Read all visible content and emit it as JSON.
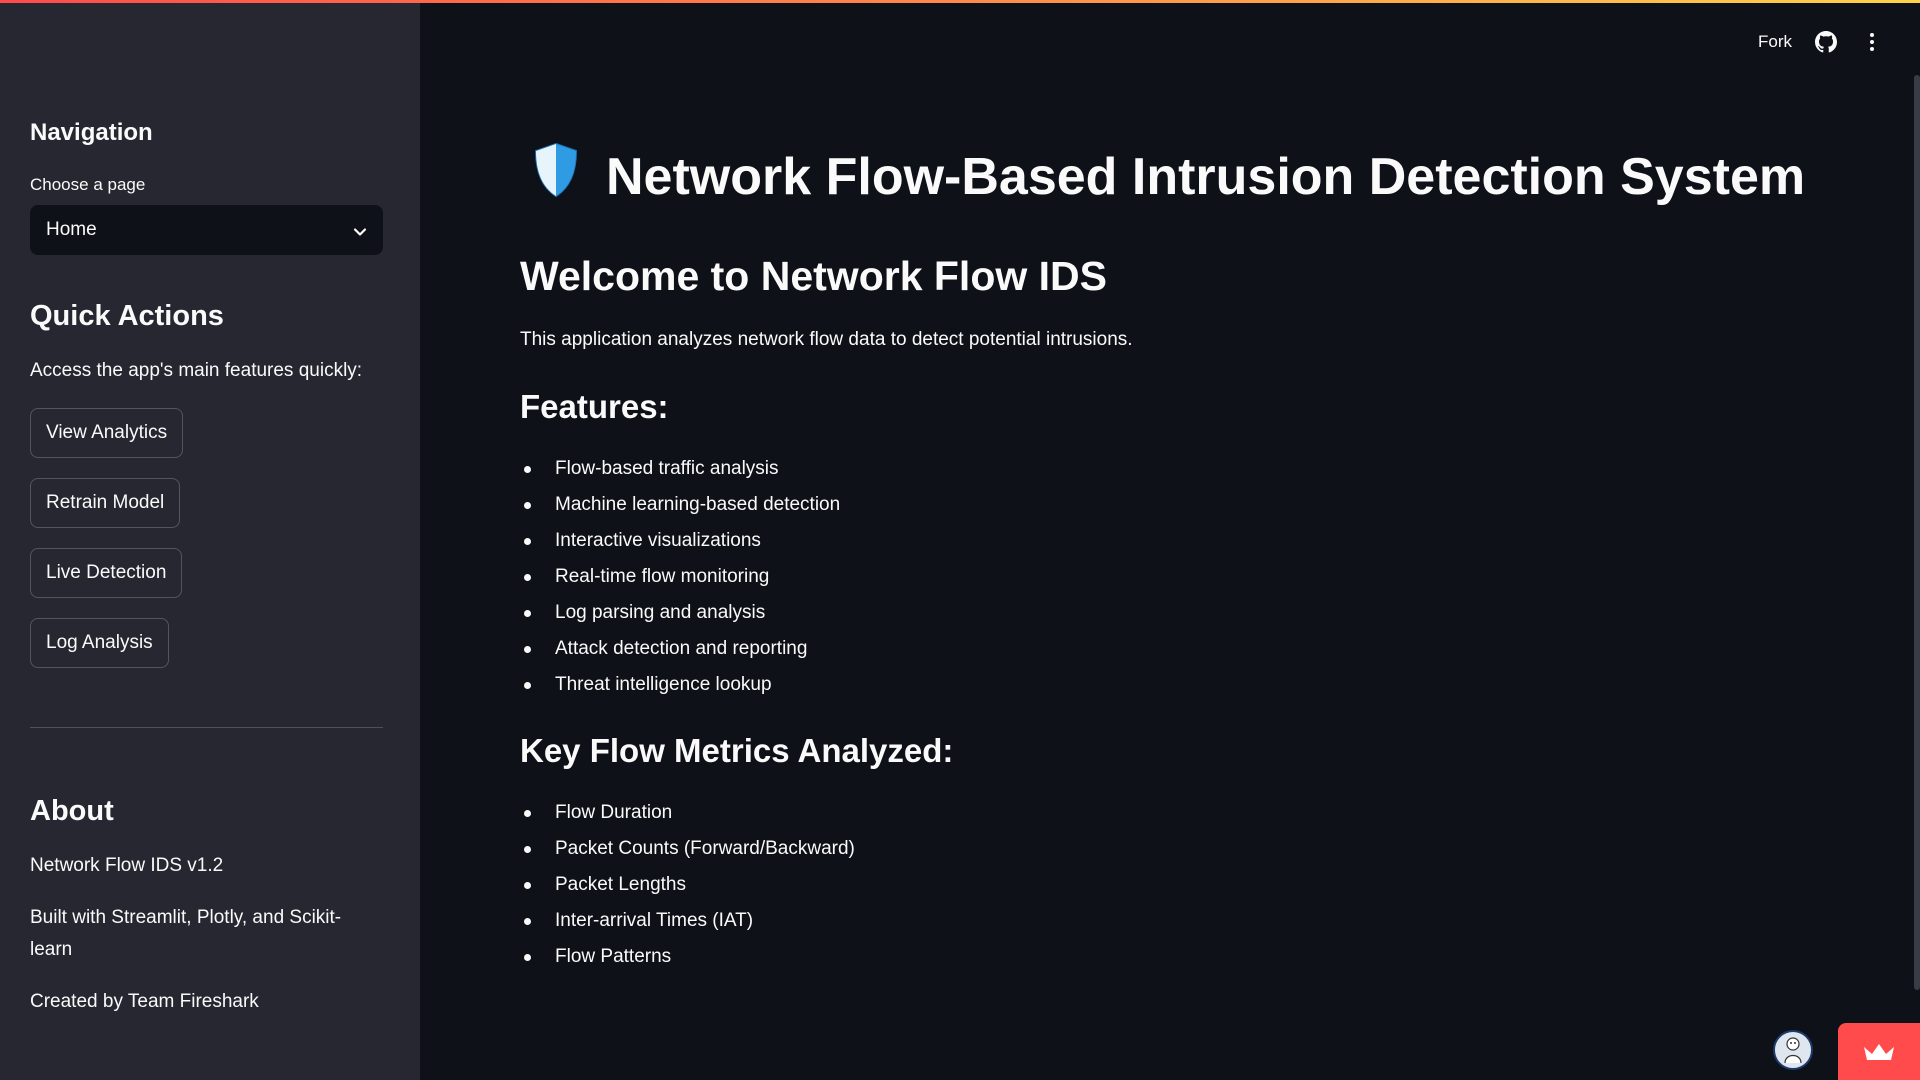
{
  "colors": {
    "background": "#0e1117",
    "sidebar": "#262730",
    "accent": "#ff4b4b",
    "text": "#fafafa"
  },
  "header": {
    "fork_label": "Fork",
    "github_icon": "github-icon",
    "menu_icon": "kebab-menu-icon"
  },
  "sidebar": {
    "navigation_title": "Navigation",
    "choose_label": "Choose a page",
    "selected_page": "Home",
    "quick_actions_title": "Quick Actions",
    "quick_actions_desc": "Access the app's main features quickly:",
    "buttons": [
      "View Analytics",
      "Retrain Model",
      "Live Detection",
      "Log Analysis"
    ],
    "about_title": "About",
    "about_lines": [
      "Network Flow IDS v1.2",
      "Built with Streamlit, Plotly, and Scikit-learn",
      "Created by Team Fireshark"
    ]
  },
  "main": {
    "title_icon": "shield-icon",
    "title": "Network Flow-Based Intrusion Detection System",
    "welcome": "Welcome to Network Flow IDS",
    "intro": "This application analyzes network flow data to detect potential intrusions.",
    "features_title": "Features:",
    "features": [
      "Flow-based traffic analysis",
      "Machine learning-based detection",
      "Interactive visualizations",
      "Real-time flow monitoring",
      "Log parsing and analysis",
      "Attack detection and reporting",
      "Threat intelligence lookup"
    ],
    "metrics_title": "Key Flow Metrics Analyzed:",
    "metrics": [
      "Flow Duration",
      "Packet Counts (Forward/Backward)",
      "Packet Lengths",
      "Inter-arrival Times (IAT)",
      "Flow Patterns"
    ]
  }
}
